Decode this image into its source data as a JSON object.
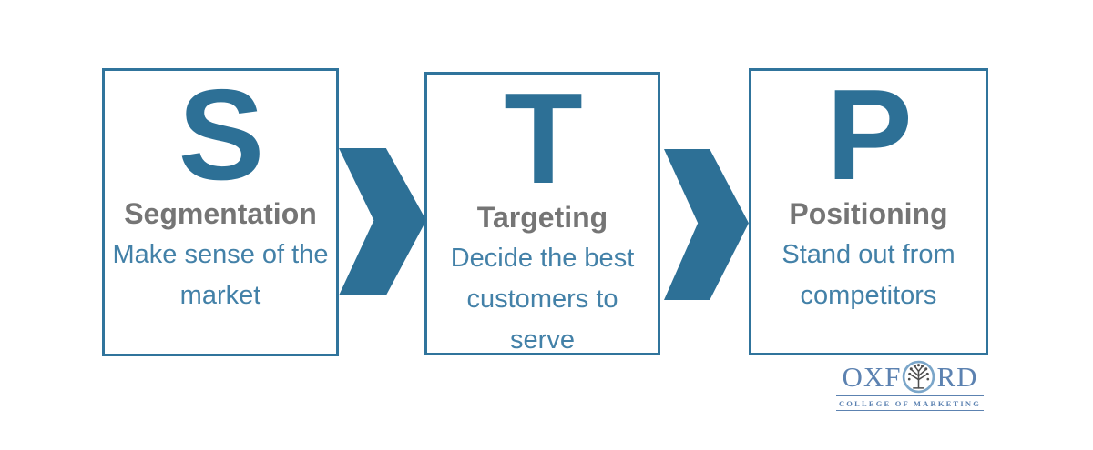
{
  "diagram": {
    "title_implied": "STP framework",
    "steps": [
      {
        "letter": "S",
        "title": "Segmentation",
        "description": "Make sense of the market"
      },
      {
        "letter": "T",
        "title": "Targeting",
        "description": "Decide the best customers to serve"
      },
      {
        "letter": "P",
        "title": "Positioning",
        "description": "Stand out from competitors"
      }
    ],
    "connectors": [
      {
        "icon": "chevron-right-icon"
      },
      {
        "icon": "chevron-right-icon"
      }
    ],
    "colors": {
      "primary_blue": "#2d7096",
      "box_border_blue": "#30749c",
      "description_blue": "#4381a8",
      "title_gray": "#757575",
      "logo_blue": "#5c82b1",
      "tree_gray": "#4e4e4e",
      "background": "#ffffff"
    }
  },
  "logo": {
    "wordmark_prefix": "OXF",
    "wordmark_suffix": "RD",
    "emblem": "tree-icon",
    "tagline": "COLLEGE OF MARKETING"
  }
}
